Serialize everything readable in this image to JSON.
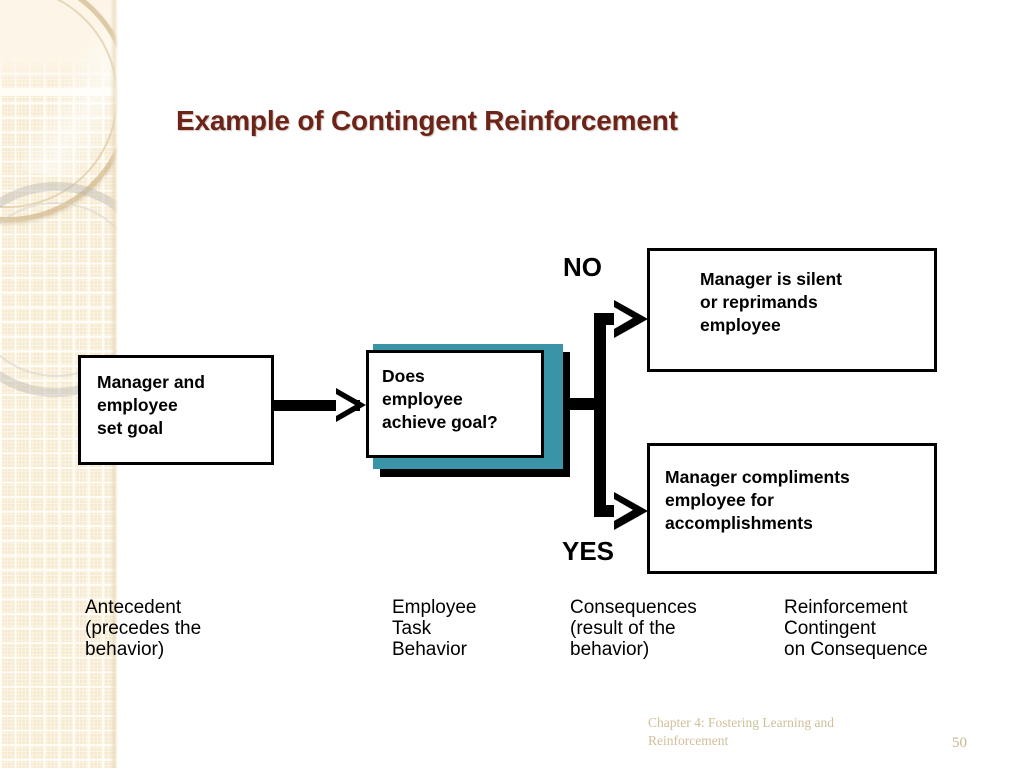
{
  "slide": {
    "title": "Example of Contingent Reinforcement",
    "title_color": "#6d2418",
    "background_color": "#ffffff"
  },
  "side_panel": {
    "name": "decorative-side-panel",
    "base_color": "#f6e9cd",
    "gridline_color": "#fffdf6",
    "ring_tan_color": "#c4a670",
    "ring_grey_color": "#bab8b2"
  },
  "diagram": {
    "accent_color": "#3a94a8",
    "line_color": "#000000",
    "boxes": [
      {
        "id": "antecedent",
        "text": "Manager and\nemployee\nset goal"
      },
      {
        "id": "decision",
        "text": "Does\nemployee\nachieve goal?"
      },
      {
        "id": "no_outcome",
        "text": "Manager is silent\nor reprimands\nemployee"
      },
      {
        "id": "yes_outcome",
        "text": "Manager compliments\nemployee for\naccomplishments"
      }
    ],
    "branch_labels": {
      "no": "NO",
      "yes": "YES"
    }
  },
  "captions": [
    {
      "id": "antecedent",
      "text": "Antecedent\n(precedes the\nbehavior)"
    },
    {
      "id": "employee_task",
      "text": "Employee\nTask\nBehavior"
    },
    {
      "id": "consequences",
      "text": "Consequences\n(result of the\nbehavior)"
    },
    {
      "id": "reinforcement",
      "text": "Reinforcement\nContingent\non Consequence"
    }
  ],
  "footer": {
    "note": "Chapter 4: Fostering Learning and\nReinforcement",
    "page_number": "50",
    "color": "#cfbf9a"
  }
}
